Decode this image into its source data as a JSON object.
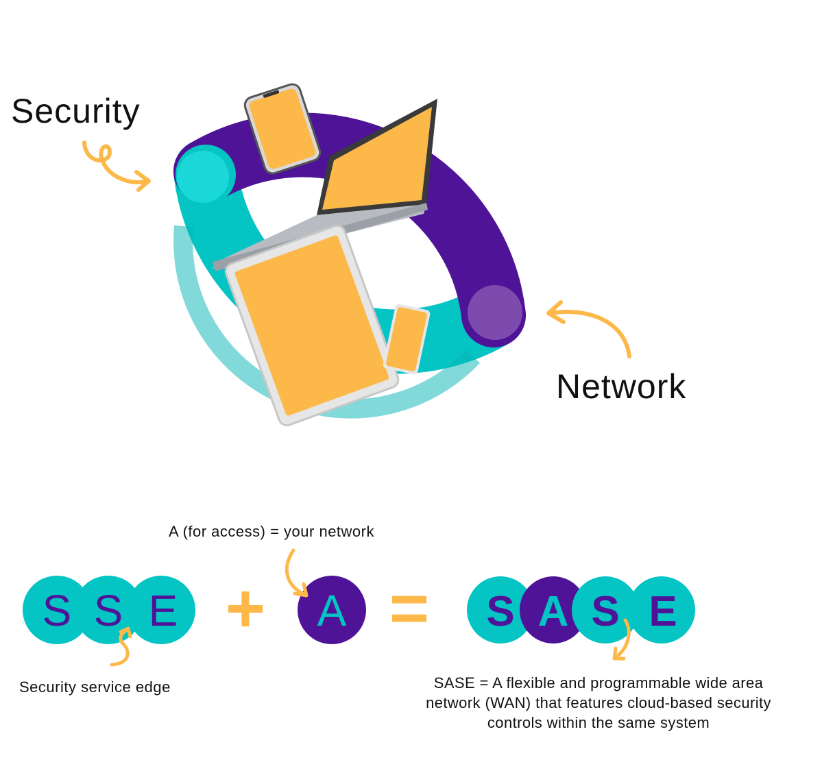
{
  "colors": {
    "purple": "#4f1398",
    "teal": "#04c4c4",
    "orange": "#fcb94a",
    "dark_text": "#111111"
  },
  "ring": {
    "label_security": "Security",
    "label_network": "Network",
    "devices": [
      "smartphone-icon",
      "laptop-icon",
      "tablet-icon"
    ]
  },
  "equation": {
    "sse_letters": [
      "S",
      "S",
      "E"
    ],
    "plus": "+",
    "access_letter": "A",
    "equals": "=",
    "sase_letters": [
      "S",
      "A",
      "S",
      "E"
    ],
    "access_label": "A (for access) = your network",
    "sse_label": "Security service edge",
    "sase_desc_lines": [
      "SASE = A flexible and programmable wide area",
      "network (WAN) that features cloud-based security",
      "controls within the same system"
    ]
  }
}
